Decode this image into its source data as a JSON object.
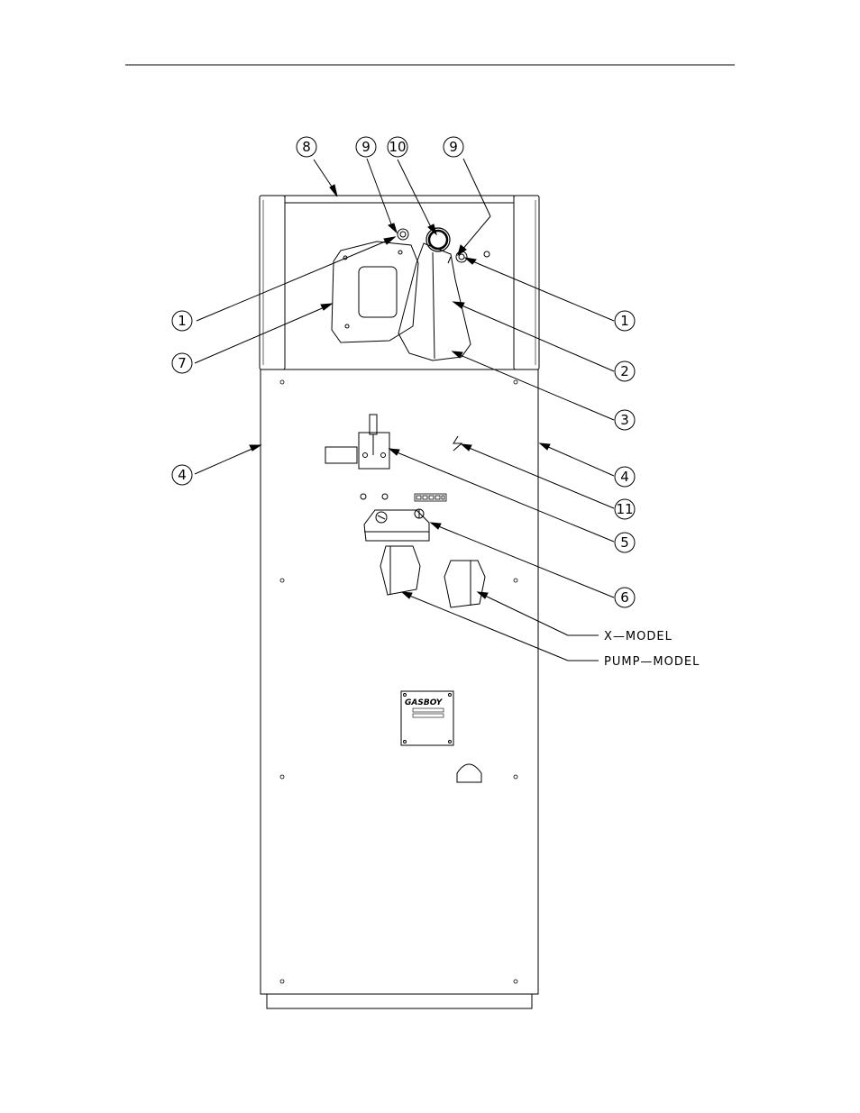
{
  "callouts": {
    "c8": "8",
    "c9_left": "9",
    "c10": "10",
    "c9_right": "9",
    "c1_left": "1",
    "c7": "7",
    "c1_right": "1",
    "c2": "2",
    "c3": "3",
    "c4_left": "4",
    "c4_right": "4",
    "c11": "11",
    "c5": "5",
    "c6": "6"
  },
  "model_labels": {
    "x_model": "X—MODEL",
    "pump_model": "PUMP—MODEL"
  },
  "nameplate": {
    "brand": "GASBOY"
  },
  "colors": {
    "line": "#000000",
    "background": "#ffffff"
  }
}
